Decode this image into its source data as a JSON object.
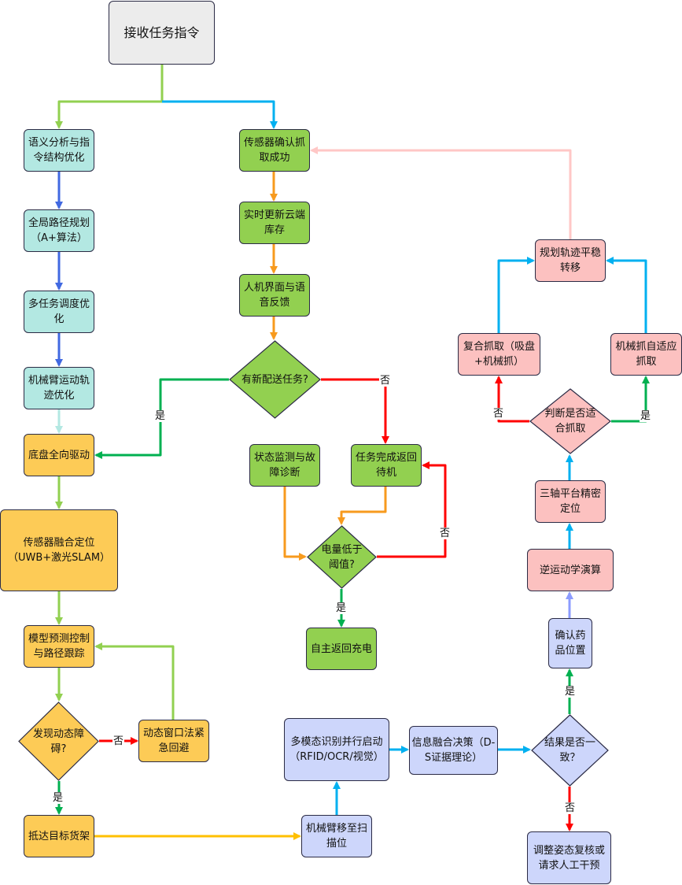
{
  "colors": {
    "teal_fill": "#b3e8e2",
    "green_fill": "#92d050",
    "orange_fill": "#fdcb56",
    "pink_fill": "#fcc1c0",
    "lavender_fill": "#cdd6fb",
    "gray_fill": "#ececec",
    "line_green": "#92d050",
    "line_blue": "#00b0f0",
    "line_royal": "#4169e1",
    "line_orange": "#f79a1e",
    "line_red": "#ff0000",
    "line_dkgreen": "#00b050",
    "line_pink": "#ffc7c6",
    "line_yellow": "#ffc000",
    "line_periwinkle": "#8c9cff",
    "line_mint": "#b3e8e2"
  },
  "nodes": {
    "start": "接收任务指令",
    "semantic": "语义分析与指令结构优化",
    "global_path": "全局路径规划（A+算法）",
    "multi_task": "多任务调度优化",
    "arm_traj": "机械臂运动轨迹优化",
    "chassis": "底盘全向驱动",
    "sensor_loc": "传感器融合定位（UWB+激光SLAM）",
    "mpc": "模型预测控制与路径跟踪",
    "obstacle_q": "发现动态障碍?",
    "dwa": "动态窗口法紧急回避",
    "arrive": "抵达目标货架",
    "sensor_confirm": "传感器确认抓取成功",
    "cloud": "实时更新云端库存",
    "hmi": "人机界面与语音反馈",
    "new_task_q": "有新配送任务?",
    "monitor": "状态监测与故障诊断",
    "return_standby": "任务完成返回待机",
    "battery_q": "电量低于阈值?",
    "recharge": "自主返回充电",
    "plan_traj": "规划轨迹平稳转移",
    "composite_grab": "复合抓取（吸盘+机械抓）",
    "adaptive_grab": "机械抓自适应抓取",
    "suitable_q": "判断是否适合抓取",
    "three_axis": "三轴平台精密定位",
    "inverse_kin": "逆运动学演算",
    "confirm_pos": "确认药品位置",
    "multimodal": "多模态识别并行启动（RFID/OCR/视觉）",
    "fusion": "信息融合决策（D-S证据理论）",
    "consistent_q": "结果是否一致？",
    "arm_scan": "机械臂移至扫描位",
    "adjust": "调整姿态复核或请求人工干预"
  },
  "edge_labels": {
    "new_task_yes": "是",
    "new_task_no": "否",
    "battery_yes": "是",
    "battery_no": "否",
    "obstacle_no": "否",
    "obstacle_yes": "是",
    "suitable_no": "否",
    "suitable_yes": "是",
    "consistent_yes": "是",
    "consistent_no": "否"
  }
}
